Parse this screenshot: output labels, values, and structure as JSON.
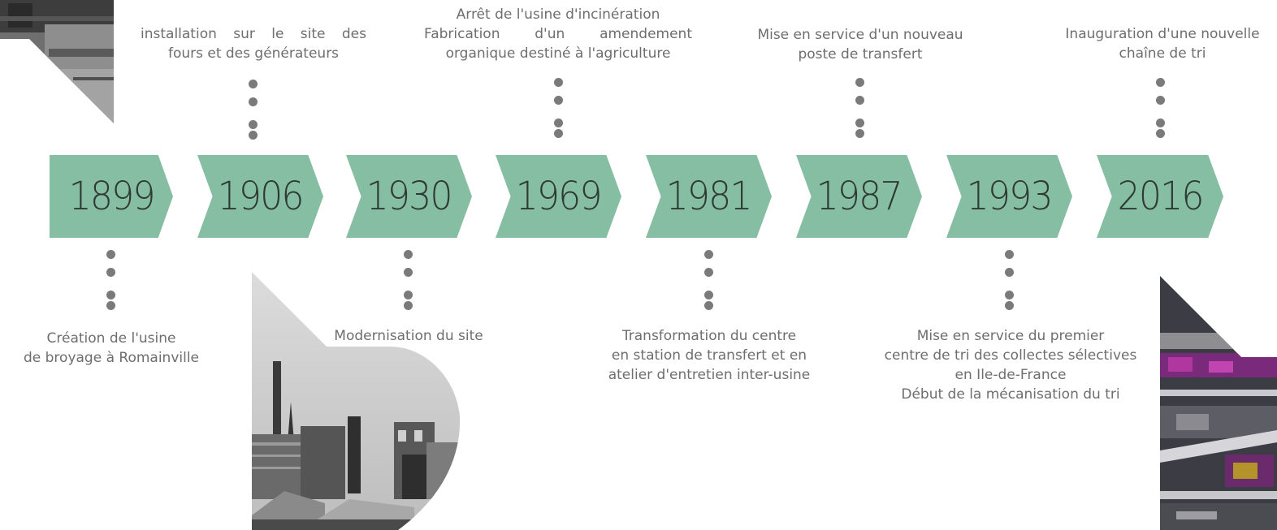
{
  "timeline": {
    "milestones": [
      {
        "year": "1899",
        "position": "below",
        "lines": [
          "Création de l'usine",
          "de broyage à Romainville"
        ]
      },
      {
        "year": "1906",
        "position": "above",
        "lines": [
          "installation sur le site des",
          "fours et des générateurs"
        ]
      },
      {
        "year": "1930",
        "position": "below",
        "lines": [
          "Modernisation du site"
        ]
      },
      {
        "year": "1969",
        "position": "above",
        "lines": [
          "Arrêt de l'usine d'incinération",
          "Fabrication d'un amendement",
          "organique destiné à l'agriculture"
        ]
      },
      {
        "year": "1981",
        "position": "below",
        "lines": [
          "Transformation du centre",
          "en station de transfert et en",
          "atelier d'entretien inter-usine"
        ]
      },
      {
        "year": "1987",
        "position": "above",
        "lines": [
          "Mise en service d'un nouveau",
          "poste de transfert"
        ]
      },
      {
        "year": "1993",
        "position": "below",
        "lines": [
          "Mise en service du premier",
          "centre de tri des collectes sélectives",
          "en Ile-de-France",
          "Début de la mécanisation du tri"
        ]
      },
      {
        "year": "2016",
        "position": "above",
        "lines": [
          "Inauguration d'une nouvelle",
          "chaîne de tri"
        ]
      }
    ]
  },
  "colors": {
    "chevron": "#86bea3",
    "year_text": "#2f3a34",
    "caption_text": "#6e6e6e",
    "dot": "#7a7a7a"
  },
  "images": [
    {
      "name": "historic-factory-photo-top-left",
      "description_icon": "factory-photo"
    },
    {
      "name": "historic-factory-photo-bottom",
      "description_icon": "factory-photo"
    },
    {
      "name": "modern-sorting-line-photo",
      "description_icon": "sorting-line-photo"
    }
  ]
}
